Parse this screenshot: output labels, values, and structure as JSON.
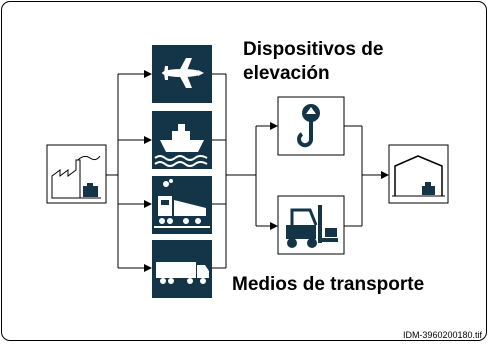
{
  "labels": {
    "lifting_devices": "Dispositivos de elevación",
    "transport_means": "Medios de transporte"
  },
  "footer": {
    "file_id": "IDM-3960200180.tif"
  },
  "nodes": [
    {
      "id": "factory",
      "icon": "factory-icon"
    },
    {
      "id": "airplane",
      "icon": "airplane-icon"
    },
    {
      "id": "ship",
      "icon": "ship-icon"
    },
    {
      "id": "train",
      "icon": "train-icon"
    },
    {
      "id": "truck",
      "icon": "truck-icon"
    },
    {
      "id": "crane-hook",
      "icon": "crane-hook-icon"
    },
    {
      "id": "forklift",
      "icon": "forklift-icon"
    },
    {
      "id": "warehouse",
      "icon": "warehouse-icon"
    }
  ],
  "colors": {
    "icon_fill": "#143547",
    "box_fill": "#ffffff",
    "line": "#000000"
  }
}
